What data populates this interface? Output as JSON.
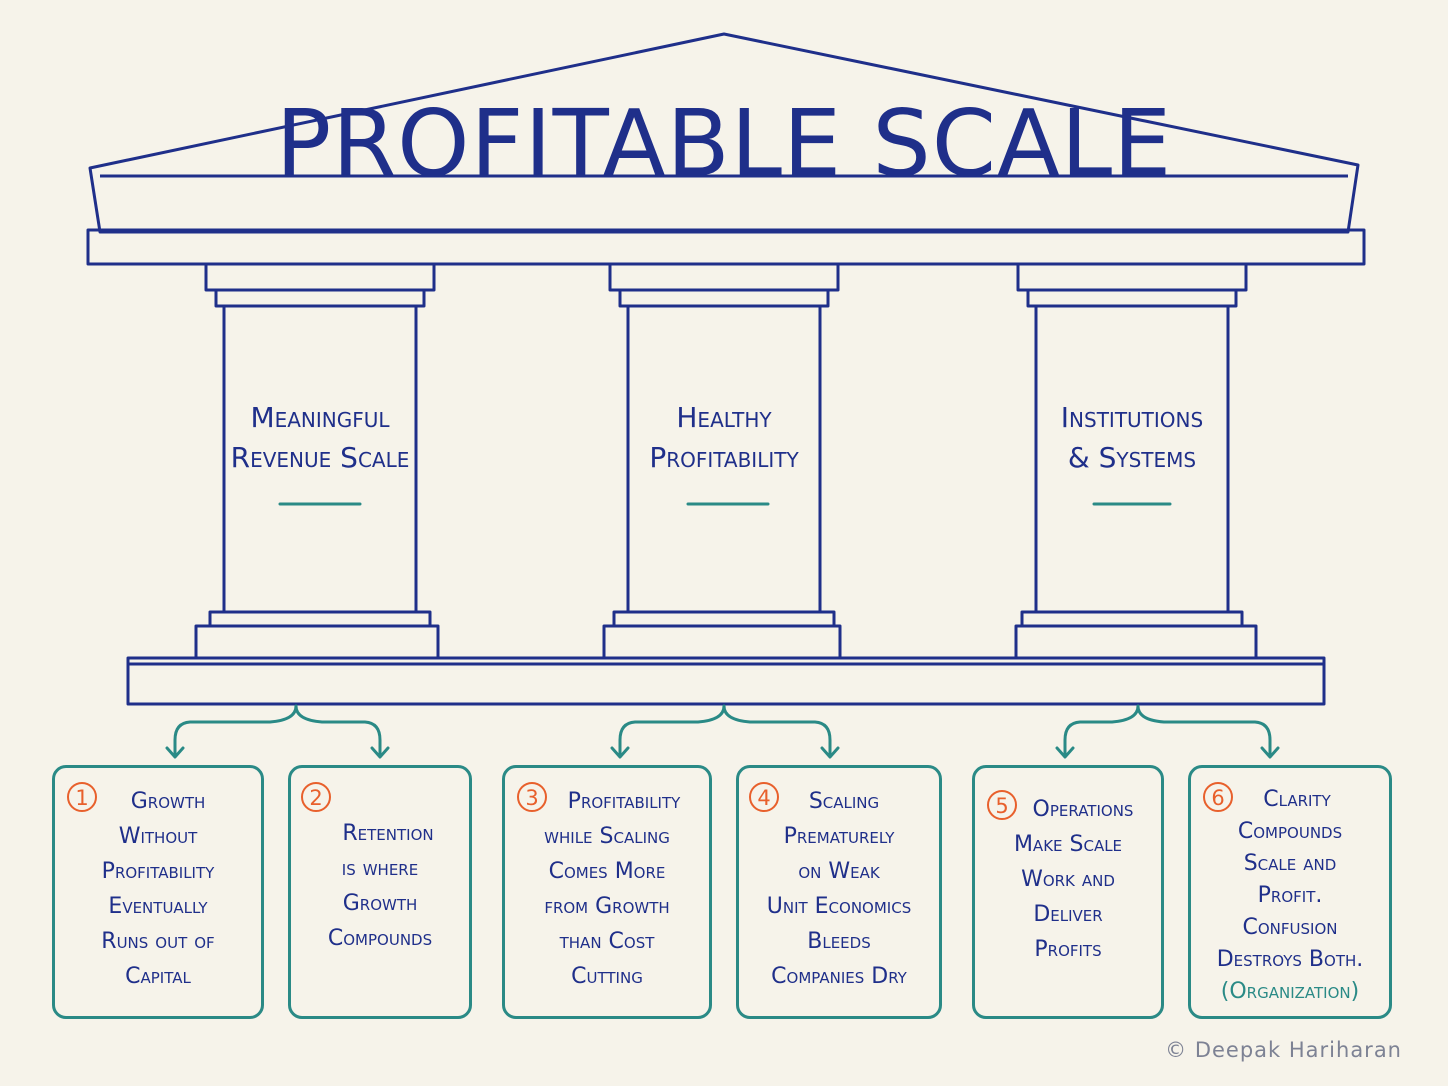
{
  "title": "PROFITABLE SCALE",
  "colors": {
    "ink": "#1f2f8a",
    "teal": "#2a8a86",
    "orange": "#e8602c",
    "paper": "#f6f3ea",
    "credit": "#7d8294"
  },
  "pillars": [
    {
      "lines": [
        "Meaningful",
        "Revenue Scale"
      ]
    },
    {
      "lines": [
        "Healthy",
        "Profitability"
      ]
    },
    {
      "lines": [
        "Institutions",
        "& Systems"
      ]
    }
  ],
  "boxes": [
    {
      "number": "1",
      "lines": [
        "Growth",
        "Without",
        "Profitability",
        "Eventually",
        "Runs out of",
        "Capital"
      ]
    },
    {
      "number": "2",
      "lines": [
        "Retention",
        "is where",
        "Growth",
        "Compounds"
      ]
    },
    {
      "number": "3",
      "lines": [
        "Profitability",
        "while Scaling",
        "Comes More",
        "from Growth",
        "than Cost",
        "Cutting"
      ]
    },
    {
      "number": "4",
      "lines": [
        "Scaling",
        "Prematurely",
        "on Weak",
        "Unit Economics",
        "Bleeds",
        "Companies Dry"
      ]
    },
    {
      "number": "5",
      "lines": [
        "Operations",
        "Make Scale",
        "Work and",
        "Deliver",
        "Profits"
      ]
    },
    {
      "number": "6",
      "lines": [
        "Clarity",
        "Compounds",
        "Scale and",
        "Profit.",
        "Confusion",
        "Destroys Both."
      ],
      "note": "(Organization)"
    }
  ],
  "credit": "© Deepak Hariharan"
}
